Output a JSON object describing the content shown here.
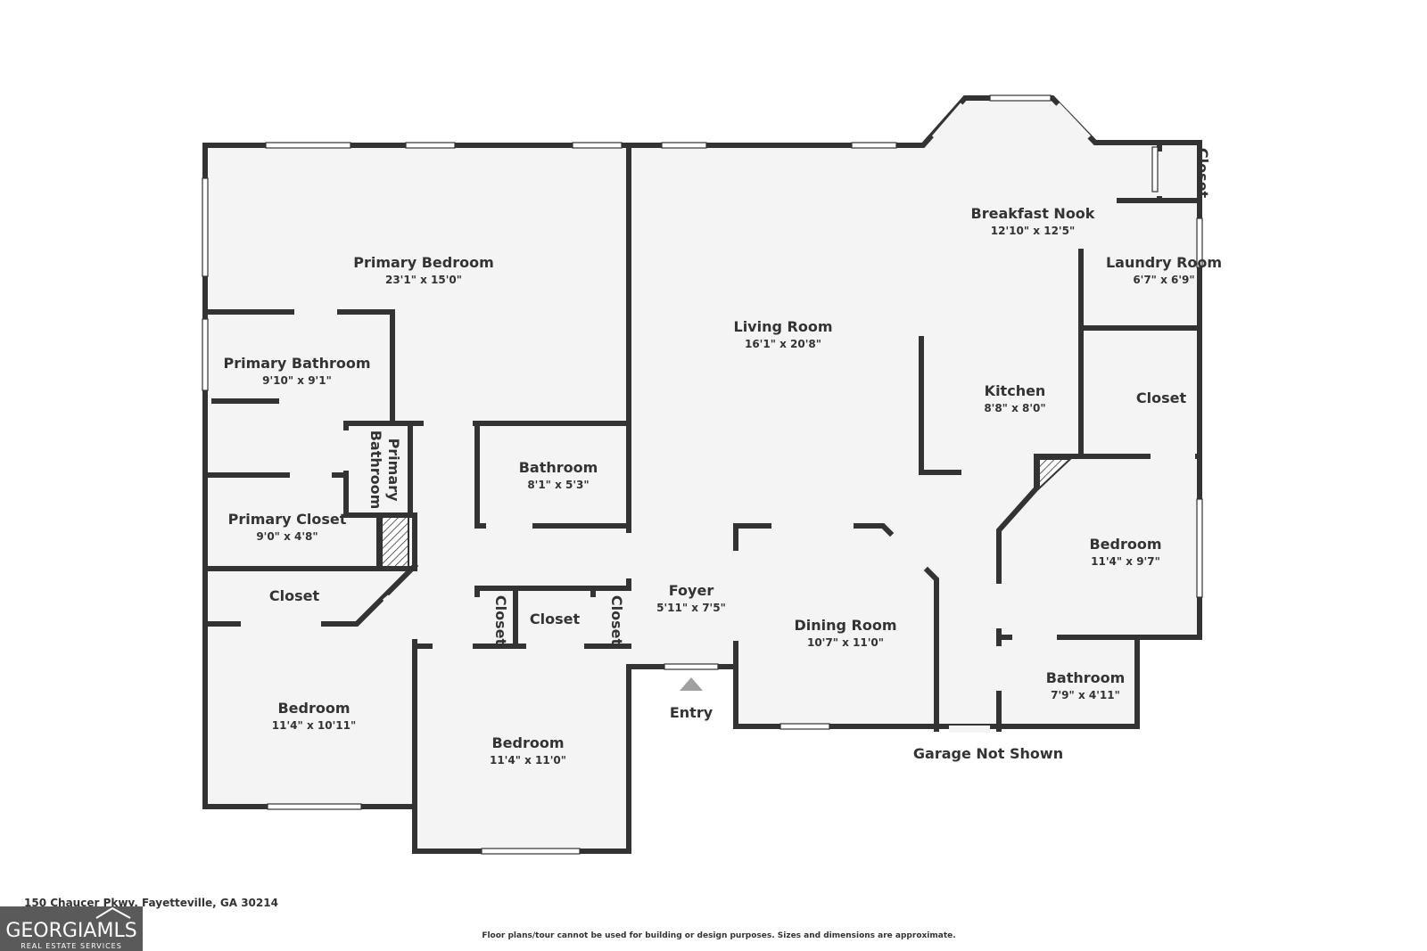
{
  "rooms": {
    "primary_bedroom": {
      "name": "Primary Bedroom",
      "dim": "23'1\" x 15'0\""
    },
    "living_room": {
      "name": "Living Room",
      "dim": "16'1\" x 20'8\""
    },
    "breakfast_nook": {
      "name": "Breakfast Nook",
      "dim": "12'10\" x 12'5\""
    },
    "laundry_room": {
      "name": "Laundry Room",
      "dim": "6'7\" x 6'9\""
    },
    "primary_bathroom": {
      "name": "Primary Bathroom",
      "dim": "9'10\" x 9'1\""
    },
    "kitchen": {
      "name": "Kitchen",
      "dim": "8'8\" x 8'0\""
    },
    "bathroom_hall": {
      "name": "Bathroom",
      "dim": "8'1\" x 5'3\""
    },
    "primary_closet": {
      "name": "Primary Closet",
      "dim": "9'0\" x 4'8\""
    },
    "bedroom_east": {
      "name": "Bedroom",
      "dim": "11'4\" x 9'7\""
    },
    "foyer": {
      "name": "Foyer",
      "dim": "5'11\" x 7'5\""
    },
    "dining_room": {
      "name": "Dining Room",
      "dim": "10'7\" x 11'0\""
    },
    "bedroom_sw": {
      "name": "Bedroom",
      "dim": "11'4\" x 10'11\""
    },
    "bedroom_s": {
      "name": "Bedroom",
      "dim": "11'4\" x 11'0\""
    },
    "bathroom_east": {
      "name": "Bathroom",
      "dim": "7'9\" x 4'11\""
    }
  },
  "labels": {
    "primary_bathroom_rot_1": "Primary",
    "primary_bathroom_rot_2": "Bathroom",
    "closet_ne": "Closet",
    "closet_east": "Closet",
    "closet_west": "Closet",
    "closet_center": "Closet",
    "closet_small_left": "Closet",
    "closet_small_right": "Closet",
    "entry": "Entry",
    "garage": "Garage Not Shown"
  },
  "footer": {
    "address": "150 Chaucer Pkwy, Fayetteville, GA 30214",
    "disclaimer": "Floor plans/tour cannot be used for building or design purposes. Sizes and dimensions are approximate."
  },
  "logo": {
    "brand": "GEORGIAMLS",
    "tagline": "REAL ESTATE SERVICES"
  },
  "colors": {
    "wall": "#333333",
    "floor": "#f4f4f4",
    "logo_bg": "#5a5a5a"
  }
}
